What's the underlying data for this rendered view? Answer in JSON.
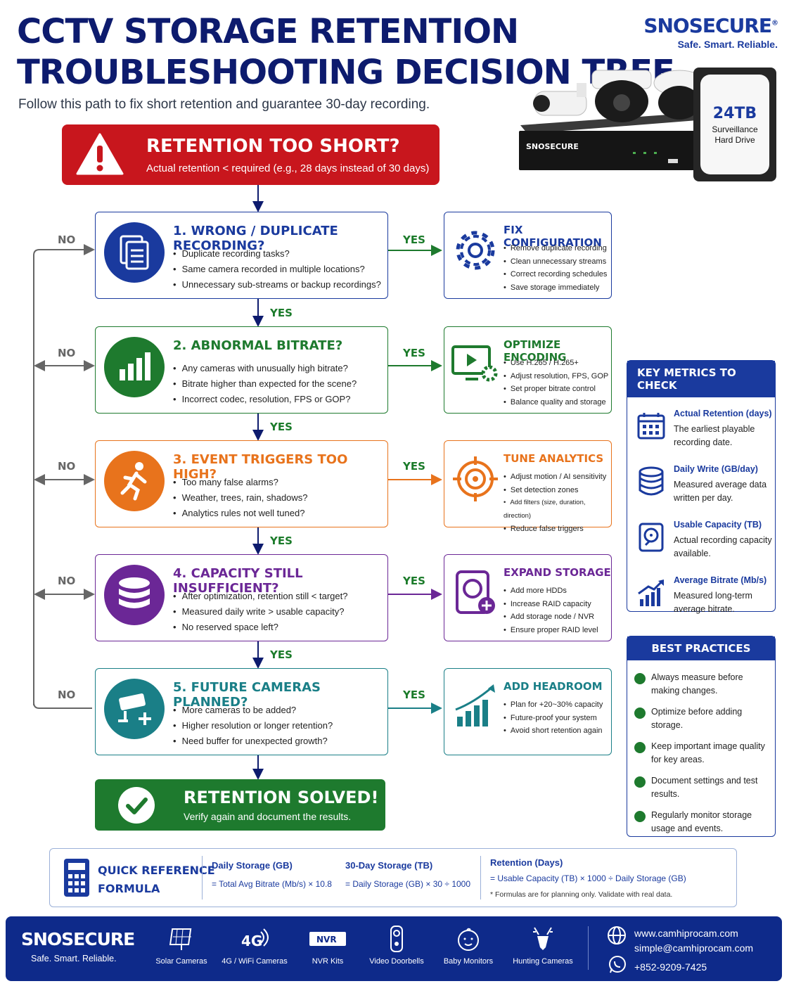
{
  "title_line1": "CCTV STORAGE RETENTION",
  "title_line2": "TROUBLESHOOTING DECISION TREE",
  "subtitle": "Follow this path to fix short retention and guarantee 30-day recording.",
  "brand": {
    "name": "SNOSECURE",
    "reg": "®",
    "tagline": "Safe. Smart. Reliable."
  },
  "hero": {
    "drive_capacity": "24TB",
    "drive_label1": "Surveillance",
    "drive_label2": "Hard Drive",
    "nvr_brand": "SNOSECURE"
  },
  "start": {
    "title": "RETENTION TOO SHORT?",
    "subtitle": "Actual retention < required (e.g., 28 days instead of 30 days)"
  },
  "labels": {
    "yes": "YES",
    "no": "NO"
  },
  "steps": [
    {
      "title": "1.  WRONG / DUPLICATE RECORDING?",
      "items": [
        "Duplicate recording tasks?",
        "Same camera recorded in multiple locations?",
        "Unnecessary sub-streams or backup recordings?"
      ],
      "fix_title": "FIX CONFIGURATION",
      "fix_items": [
        "Remove duplicate recording",
        "Clean unnecessary streams",
        "Correct recording schedules",
        "Save storage immediately"
      ],
      "color": "#1a3a9e",
      "icon": "document-icon",
      "fix_icon": "gear-icon"
    },
    {
      "title": "2. ABNORMAL BITRATE?",
      "items": [
        "Any cameras with unusually high bitrate?",
        "Bitrate higher than expected for the scene?",
        "Incorrect codec, resolution, FPS or GOP?"
      ],
      "fix_title": "OPTIMIZE ENCODING",
      "fix_items": [
        "Use H.265 / H.265+",
        "Adjust resolution, FPS, GOP",
        "Set proper bitrate control",
        "Balance quality and storage"
      ],
      "color": "#1e7a2e",
      "icon": "bar-chart-icon",
      "fix_icon": "monitor-gear-icon"
    },
    {
      "title": "3. EVENT TRIGGERS TOO HIGH?",
      "items": [
        "Too many false alarms?",
        "Weather, trees, rain, shadows?",
        "Analytics rules not well tuned?"
      ],
      "fix_title": "TUNE ANALYTICS",
      "fix_items": [
        "Adjust motion / AI sensitivity",
        "Set detection zones",
        "Add filters (size, duration, direction)",
        "Reduce false triggers"
      ],
      "color": "#e8731c",
      "icon": "running-person-icon",
      "fix_icon": "target-icon"
    },
    {
      "title": "4. CAPACITY STILL INSUFFICIENT?",
      "items": [
        "After optimization, retention still < target?",
        "Measured daily write > usable capacity?",
        "No reserved space left?"
      ],
      "fix_title": "EXPAND STORAGE",
      "fix_items": [
        "Add more HDDs",
        "Increase RAID capacity",
        "Add storage node / NVR",
        "Ensure proper RAID level"
      ],
      "color": "#6b2796",
      "icon": "database-icon",
      "fix_icon": "hdd-plus-icon"
    },
    {
      "title": "5. FUTURE CAMERAS PLANNED?",
      "items": [
        "More cameras to be added?",
        "Higher resolution or longer retention?",
        "Need buffer for unexpected growth?"
      ],
      "fix_title": "ADD HEADROOM",
      "fix_items": [
        "Plan for +20~30% capacity",
        "Future-proof your system",
        "Avoid short retention again"
      ],
      "color": "#1a7f87",
      "icon": "camera-plus-icon",
      "fix_icon": "growth-chart-icon"
    }
  ],
  "solved": {
    "title": "RETENTION SOLVED!",
    "subtitle": "Verify again and document the results."
  },
  "metrics": {
    "header": "KEY METRICS TO CHECK",
    "items": [
      {
        "title": "Actual Retention (days)",
        "desc": "The earliest playable recording date.",
        "icon": "calendar-icon"
      },
      {
        "title": "Daily Write (GB/day)",
        "desc": "Measured average data written per day.",
        "icon": "database-icon"
      },
      {
        "title": "Usable Capacity (TB)",
        "desc": "Actual recording capacity available.",
        "icon": "hdd-icon"
      },
      {
        "title": "Average Bitrate (Mb/s)",
        "desc": "Measured long-term average bitrate.",
        "icon": "trend-icon"
      }
    ]
  },
  "practices": {
    "header": "BEST PRACTICES",
    "items": [
      "Always measure before making changes.",
      "Optimize before adding storage.",
      "Keep important image quality for key areas.",
      "Document settings and test results.",
      "Regularly monitor storage usage and events."
    ]
  },
  "formula": {
    "title1": "QUICK REFERENCE",
    "title2": "FORMULA",
    "c1_title": "Daily Storage (GB)",
    "c1_eq": "= Total Avg Bitrate (Mb/s) × 10.8",
    "c2_title": "30-Day Storage (TB)",
    "c2_eq": "= Daily Storage (GB) × 30 ÷ 1000",
    "c3_title": "Retention (Days)",
    "c3_eq": "= Usable Capacity (TB) × 1000 ÷ Daily Storage (GB)",
    "note": "* Formulas are for planning only. Validate with real data."
  },
  "footer": {
    "brand": "SNOSECURE",
    "tagline": "Safe. Smart. Reliable.",
    "products": [
      "Solar Cameras",
      "4G / WiFi Cameras",
      "NVR Kits",
      "Video Doorbells",
      "Baby Monitors",
      "Hunting Cameras"
    ],
    "fourg": "4G",
    "nvr": "NVR",
    "website": "www.camhiprocam.com",
    "email": "simple@camhiprocam.com",
    "phone": "+852-9209-7425"
  },
  "colors": {
    "navy": "#0d1b6e",
    "blue": "#1a3a9e",
    "red": "#c8161d",
    "green": "#1e7a2e",
    "orange": "#e8731c",
    "purple": "#6b2796",
    "teal": "#1a7f87"
  }
}
